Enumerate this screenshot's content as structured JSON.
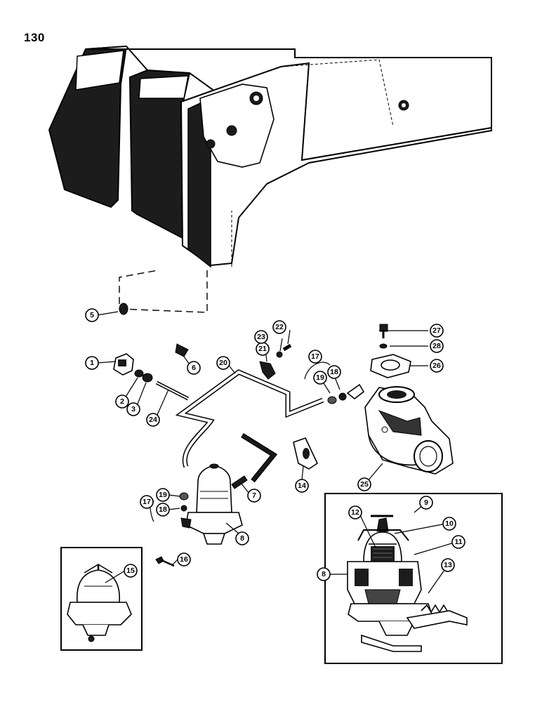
{
  "page_number": "130",
  "callouts": {
    "c1": "1",
    "c2": "2",
    "c3": "3",
    "c5": "5",
    "c6": "6",
    "c7": "7",
    "c8a": "8",
    "c8b": "8",
    "c9": "9",
    "c10": "10",
    "c11": "11",
    "c12": "12",
    "c13": "13",
    "c14": "14",
    "c15": "15",
    "c16": "16",
    "c17a": "17",
    "c17b": "17",
    "c18a": "18",
    "c18b": "18",
    "c19a": "19",
    "c19b": "19",
    "c20": "20",
    "c21": "21",
    "c22": "22",
    "c23": "23",
    "c24": "24",
    "c25": "25",
    "c26": "26",
    "c27": "27",
    "c28": "28"
  }
}
